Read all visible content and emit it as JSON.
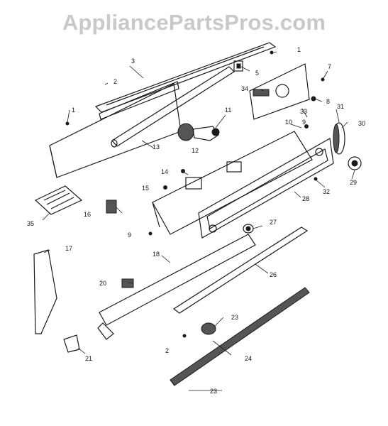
{
  "watermark": "AppliancePartsPros.com",
  "callouts": [
    {
      "id": "c1a",
      "text": "1"
    },
    {
      "id": "c1b",
      "text": "1"
    },
    {
      "id": "c2a",
      "text": "2"
    },
    {
      "id": "c2b",
      "text": "2"
    },
    {
      "id": "c3",
      "text": "3"
    },
    {
      "id": "c5",
      "text": "5"
    },
    {
      "id": "c7",
      "text": "7"
    },
    {
      "id": "c8",
      "text": "8"
    },
    {
      "id": "c9a",
      "text": "9"
    },
    {
      "id": "c9b",
      "text": "9"
    },
    {
      "id": "c10",
      "text": "10"
    },
    {
      "id": "c11",
      "text": "11"
    },
    {
      "id": "c12",
      "text": "12"
    },
    {
      "id": "c13",
      "text": "13"
    },
    {
      "id": "c14",
      "text": "14"
    },
    {
      "id": "c15",
      "text": "15"
    },
    {
      "id": "c16",
      "text": "16"
    },
    {
      "id": "c17",
      "text": "17"
    },
    {
      "id": "c18",
      "text": "18"
    },
    {
      "id": "c20",
      "text": "20"
    },
    {
      "id": "c21",
      "text": "21"
    },
    {
      "id": "c23a",
      "text": "23"
    },
    {
      "id": "c23b",
      "text": "23"
    },
    {
      "id": "c24",
      "text": "24"
    },
    {
      "id": "c26",
      "text": "26"
    },
    {
      "id": "c27",
      "text": "27"
    },
    {
      "id": "c28",
      "text": "28"
    },
    {
      "id": "c29",
      "text": "29"
    },
    {
      "id": "c30",
      "text": "30"
    },
    {
      "id": "c31",
      "text": "31"
    },
    {
      "id": "c32",
      "text": "32"
    },
    {
      "id": "c33",
      "text": "33"
    },
    {
      "id": "c34",
      "text": "34"
    },
    {
      "id": "c35",
      "text": "35"
    }
  ]
}
